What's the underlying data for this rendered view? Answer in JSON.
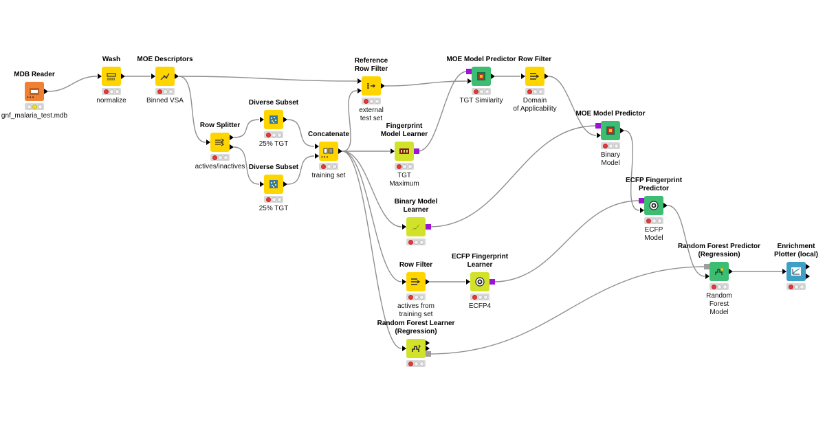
{
  "colors": {
    "source": "#f08033",
    "manipulator": "#ffd500",
    "learner": "#d2e22a",
    "predictor": "#3dbd71",
    "visualizer": "#3da0c4",
    "model_port": "#9b14d6",
    "gray_port": "#9e9e9e",
    "connection": "#8f8f8f"
  },
  "nodes": [
    {
      "id": "mdb_reader",
      "title": "MDB Reader",
      "label": "gnf_malaria_test.mdb",
      "type": "source",
      "icon": "database-icon",
      "status": "yellow"
    },
    {
      "id": "wash",
      "title": "Wash",
      "label": "normalize",
      "type": "manipulator",
      "icon": "wash-icon",
      "status": "red"
    },
    {
      "id": "moe_desc",
      "title": "MOE Descriptors",
      "label": "Binned VSA",
      "type": "manipulator",
      "icon": "molecule-icon",
      "status": "red"
    },
    {
      "id": "row_splitter",
      "title": "Row Splitter",
      "label": "actives/inactives",
      "type": "manipulator",
      "icon": "splitter-icon",
      "status": "red"
    },
    {
      "id": "diverse1",
      "title": "Diverse Subset",
      "label": "25% TGT",
      "type": "manipulator",
      "icon": "subset-icon",
      "status": "red"
    },
    {
      "id": "diverse2",
      "title": "Diverse Subset",
      "label": "25% TGT",
      "type": "manipulator",
      "icon": "subset-icon",
      "status": "red"
    },
    {
      "id": "concat",
      "title": "Concatenate",
      "label": "training set",
      "type": "manipulator",
      "icon": "concatenate-icon",
      "status": "red"
    },
    {
      "id": "ref_filter",
      "title": "Reference\nRow Filter",
      "label": "external\ntest set",
      "type": "manipulator",
      "icon": "reference-filter-icon",
      "status": "red"
    },
    {
      "id": "fp_learner",
      "title": "Fingerprint\nModel Learner",
      "label": "TGT\nMaximum",
      "type": "learner",
      "icon": "fingerprint-learner-icon",
      "status": "red"
    },
    {
      "id": "moe_pred1",
      "title": "MOE Model Predictor",
      "label": "TGT Similarity",
      "type": "predictor",
      "icon": "model-predictor-icon",
      "status": "red"
    },
    {
      "id": "row_filter1",
      "title": "Row Filter",
      "label": "Domain\nof Applicability",
      "type": "manipulator",
      "icon": "row-filter-icon",
      "status": "red"
    },
    {
      "id": "moe_pred2",
      "title": "MOE Model Predictor",
      "label": "Binary\nModel",
      "type": "predictor",
      "icon": "model-predictor-icon",
      "status": "red"
    },
    {
      "id": "bin_learner",
      "title": "Binary Model\nLearner",
      "label": "",
      "type": "learner",
      "icon": "binary-learner-icon",
      "status": "red"
    },
    {
      "id": "ecfp_pred",
      "title": "ECFP Fingerprint\nPredictor",
      "label": "ECFP\nModel",
      "type": "predictor",
      "icon": "target-icon",
      "status": "red"
    },
    {
      "id": "row_filter2",
      "title": "Row Filter",
      "label": "actives from\ntraining set",
      "type": "manipulator",
      "icon": "row-filter-icon",
      "status": "red"
    },
    {
      "id": "ecfp_learner",
      "title": "ECFP Fingerprint\nLearner",
      "label": "ECFP4",
      "type": "learner",
      "icon": "target-icon",
      "status": "red"
    },
    {
      "id": "rf_learner",
      "title": "Random Forest Learner\n(Regression)",
      "label": "",
      "type": "learner",
      "icon": "forest-learner-icon",
      "status": "red"
    },
    {
      "id": "rf_pred",
      "title": "Random Forest Predictor\n(Regression)",
      "label": "Random\nForest\nModel",
      "type": "predictor",
      "icon": "forest-predictor-icon",
      "status": "red"
    },
    {
      "id": "enrich",
      "title": "Enrichment\nPlotter (local)",
      "label": "",
      "type": "visualizer",
      "icon": "chart-icon",
      "status": "red"
    }
  ]
}
